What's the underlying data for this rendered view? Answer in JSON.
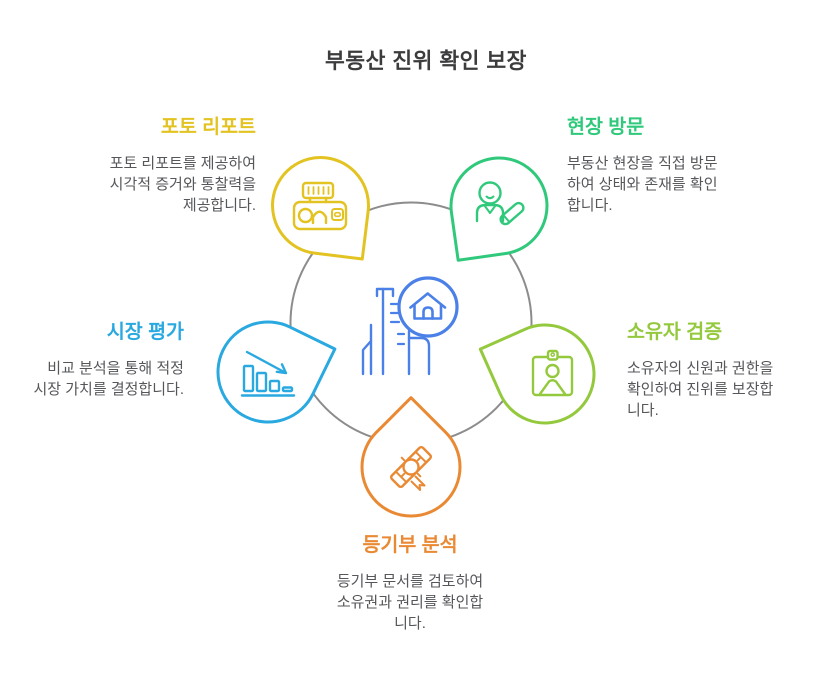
{
  "title": {
    "text": "부동산 진위 확인 보장",
    "color": "#3C3C3E"
  },
  "diagram": {
    "ring_color": "#8C8C8C",
    "background": "#FFFFFF"
  },
  "center": {
    "icon": "building-with-house-badge-icon",
    "color": "#4A80E8"
  },
  "nodes": [
    {
      "id": "photo-report",
      "label": "포토 리포트",
      "description": "포토 리포트를 제공하여\n시각적 증거와 통찰력을\n제공합니다.",
      "color": "#E3C322",
      "icon": "camera-icon",
      "position": "top-left"
    },
    {
      "id": "site-visit",
      "label": "현장 방문",
      "description": "부동산 현장을 직접 방문\n하여 상태와 존재를 확인\n합니다.",
      "color": "#30C97C",
      "icon": "person-pencil-icon",
      "position": "top-right"
    },
    {
      "id": "owner-verification",
      "label": "소유자 검증",
      "description": "소유자의 신원과 권한을\n확인하여 진위를 보장합\n니다.",
      "color": "#94C93E",
      "icon": "id-badge-icon",
      "position": "right"
    },
    {
      "id": "registry-analysis",
      "label": "등기부 분석",
      "description": "등기부 문서를 검토하여\n소유권과 권리를 확인합\n니다.",
      "color": "#EA8933",
      "icon": "certificate-icon",
      "position": "bottom"
    },
    {
      "id": "market-evaluation",
      "label": "시장 평가",
      "description": "비교 분석을 통해 적정\n시장 가치를 결정합니다.",
      "color": "#2AA9E0",
      "icon": "bar-chart-decline-icon",
      "position": "left"
    }
  ]
}
